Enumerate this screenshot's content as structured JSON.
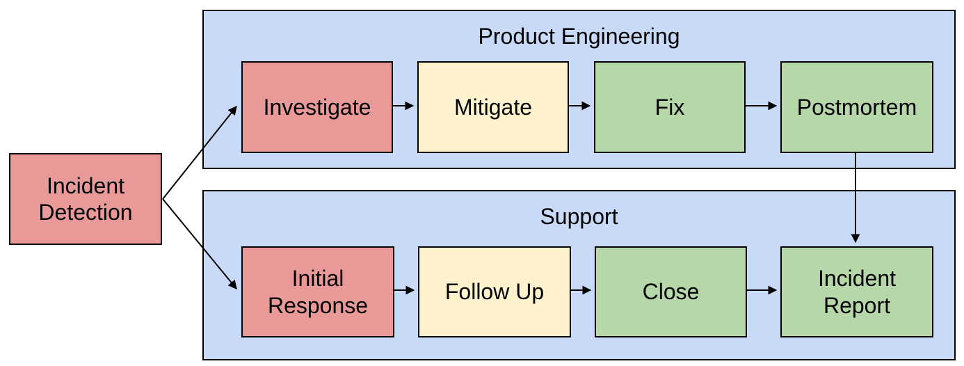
{
  "diagram": {
    "type": "flowchart",
    "background": "#FFFFFF",
    "palette": {
      "lane_fill": "#C9DAF8",
      "node_red": "#EA9999",
      "node_yellow": "#FFF2CC",
      "node_green": "#B6D7A8",
      "border": "#000000",
      "text": "#000000",
      "arrow": "#000000"
    },
    "start": {
      "id": "incident-detection",
      "label": "Incident\nDetection",
      "fill": "#EA9999"
    },
    "lanes": [
      {
        "id": "product-engineering",
        "title": "Product Engineering",
        "fill": "#C9DAF8",
        "nodes": [
          {
            "id": "investigate",
            "label": "Investigate",
            "fill": "#EA9999"
          },
          {
            "id": "mitigate",
            "label": "Mitigate",
            "fill": "#FFF2CC"
          },
          {
            "id": "fix",
            "label": "Fix",
            "fill": "#B6D7A8"
          },
          {
            "id": "postmortem",
            "label": "Postmortem",
            "fill": "#B6D7A8"
          }
        ]
      },
      {
        "id": "support",
        "title": "Support",
        "fill": "#C9DAF8",
        "nodes": [
          {
            "id": "initial-response",
            "label": "Initial\nResponse",
            "fill": "#EA9999"
          },
          {
            "id": "follow-up",
            "label": "Follow Up",
            "fill": "#FFF2CC"
          },
          {
            "id": "close",
            "label": "Close",
            "fill": "#B6D7A8"
          },
          {
            "id": "incident-report",
            "label": "Incident\nReport",
            "fill": "#B6D7A8"
          }
        ]
      }
    ],
    "edges": [
      {
        "from": "incident-detection",
        "to": "investigate"
      },
      {
        "from": "incident-detection",
        "to": "initial-response"
      },
      {
        "from": "investigate",
        "to": "mitigate"
      },
      {
        "from": "mitigate",
        "to": "fix"
      },
      {
        "from": "fix",
        "to": "postmortem"
      },
      {
        "from": "initial-response",
        "to": "follow-up"
      },
      {
        "from": "follow-up",
        "to": "close"
      },
      {
        "from": "close",
        "to": "incident-report"
      },
      {
        "from": "postmortem",
        "to": "incident-report"
      }
    ]
  }
}
